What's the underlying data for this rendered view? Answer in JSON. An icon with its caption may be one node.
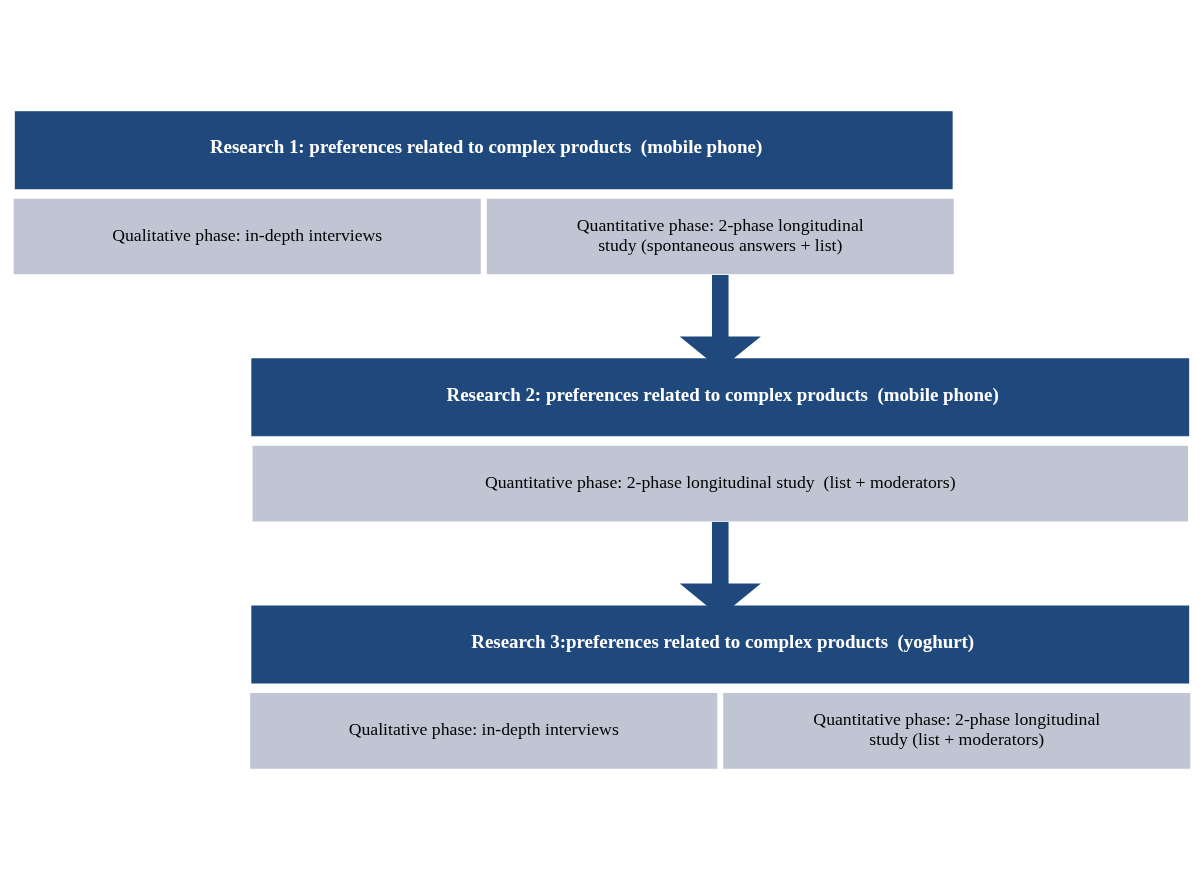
{
  "diagram": {
    "nodes": [
      {
        "text": [
          "Research 1: preferences related to complex products  (mobile phone)"
        ]
      },
      {
        "text": [
          "Qualitative phase: in-depth interviews"
        ]
      },
      {
        "text": [
          "Quantitative phase: 2-phase longitudinal study (spontaneous answers + list)"
        ]
      },
      {
        "text": [
          "Research 2: preferences related to complex products  (mobile phone)"
        ]
      },
      {
        "text": [
          "Quantitative phase: 2-phase longitudinal study  (list + moderators)"
        ]
      },
      {
        "text": [
          "Research 3:preferences related to complex products  (yoghurt)"
        ]
      },
      {
        "text": [
          "Qualitative phase: in-depth interviews"
        ]
      },
      {
        "text": [
          "Quantitative phase: 2-phase longitudinal study (list + moderators)"
        ]
      }
    ],
    "edges": [
      {
        "from": 2,
        "to": 3,
        "arrow": "to"
      },
      {
        "from": 4,
        "to": 5,
        "arrow": "to"
      }
    ]
  }
}
